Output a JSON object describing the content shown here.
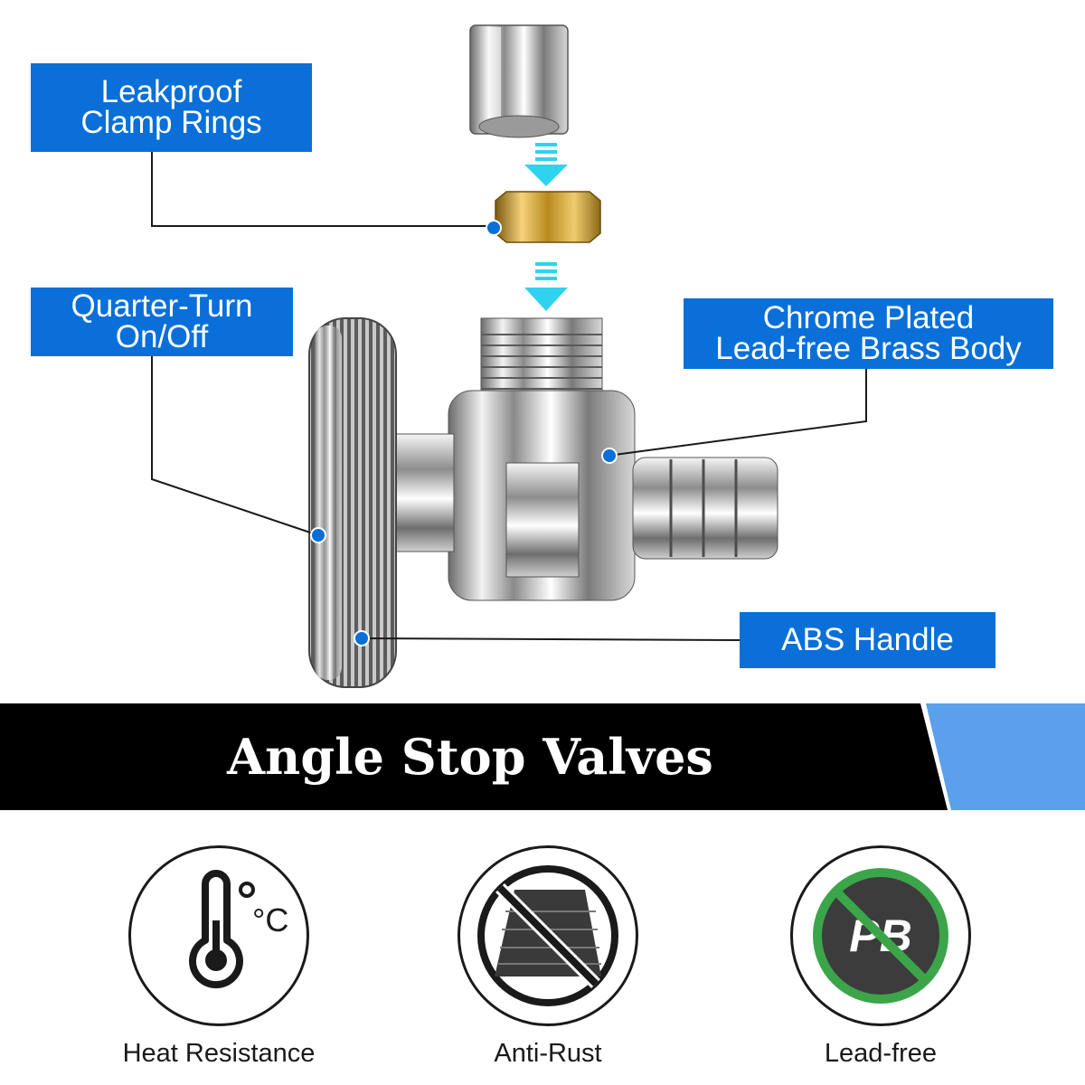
{
  "callouts": {
    "clamp_rings": "Leakproof\nClamp Rings",
    "quarter_turn": "Quarter-Turn\nOn/Off",
    "chrome_body": "Chrome Plated\nLead-free Brass Body",
    "abs_handle": "ABS Handle"
  },
  "banner": {
    "title": "Angle Stop Valves"
  },
  "features": [
    {
      "label": "Heat Resistance",
      "icon": "thermometer-icon",
      "unit": "°C"
    },
    {
      "label": "Anti-Rust",
      "icon": "anti-rust-icon"
    },
    {
      "label": "Lead-free",
      "icon": "lead-free-icon",
      "mark": "PB"
    }
  ],
  "colors": {
    "callout_blue": "#0a6fd8",
    "arrow_cyan": "#2fd3ef",
    "banner_black": "#000000",
    "banner_accent": "#5aa0ea",
    "lead_free_green": "#3ca54a"
  }
}
